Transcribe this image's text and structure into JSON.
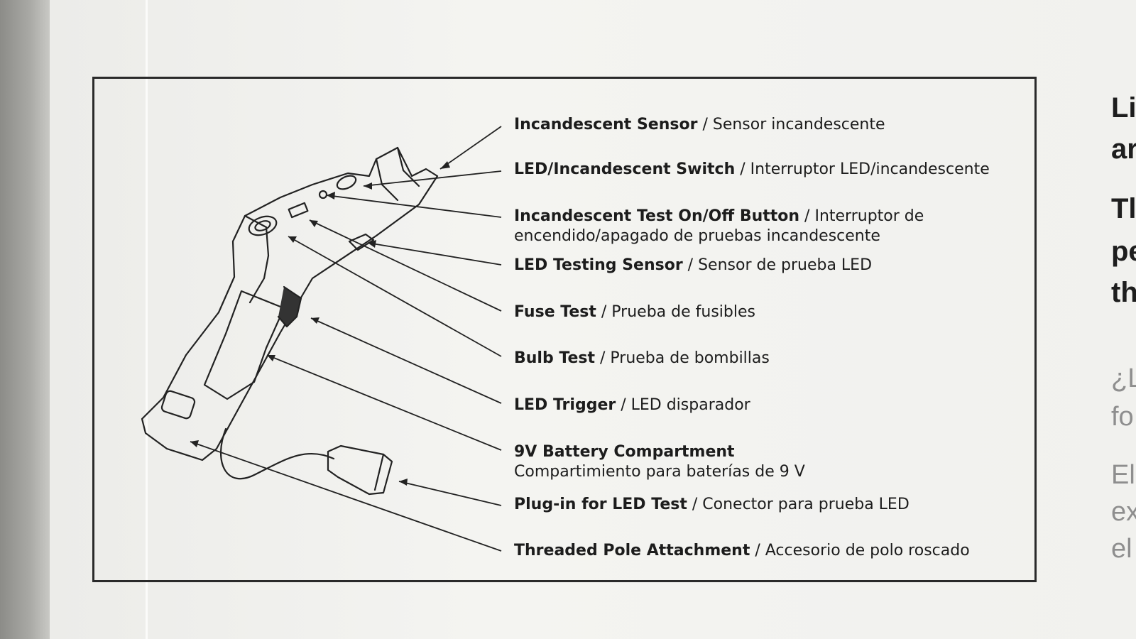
{
  "callouts": [
    {
      "en": "Incandescent Sensor",
      "es": "Sensor incandescente"
    },
    {
      "en": "LED/Incandescent Switch",
      "es": "Interruptor LED/incandescente"
    },
    {
      "en": "Incandescent Test On/Off Button",
      "es": "Interruptor de",
      "es2": "encendido/apagado de pruebas incandescente"
    },
    {
      "en": "LED Testing Sensor",
      "es": "Sensor de prueba LED"
    },
    {
      "en": "Fuse Test",
      "es": "Prueba de fusibles"
    },
    {
      "en": "Bulb Test",
      "es": "Prueba de bombillas"
    },
    {
      "en": "LED Trigger",
      "es": "LED disparador"
    },
    {
      "en": "9V Battery Compartment",
      "es": "Compartimiento para baterías de 9 V"
    },
    {
      "en": "Plug-in for LED Test",
      "es": "Conector para prueba LED"
    },
    {
      "en": "Threaded Pole Attachment",
      "es": "Accesorio de polo roscado"
    }
  ],
  "separator": " / ",
  "side_fragments": {
    "heading": [
      "Li",
      "ar"
    ],
    "body": [
      "Tl",
      "pe",
      "th"
    ],
    "spanish": [
      "¿L",
      "fo",
      "El",
      "ex",
      "el"
    ]
  }
}
